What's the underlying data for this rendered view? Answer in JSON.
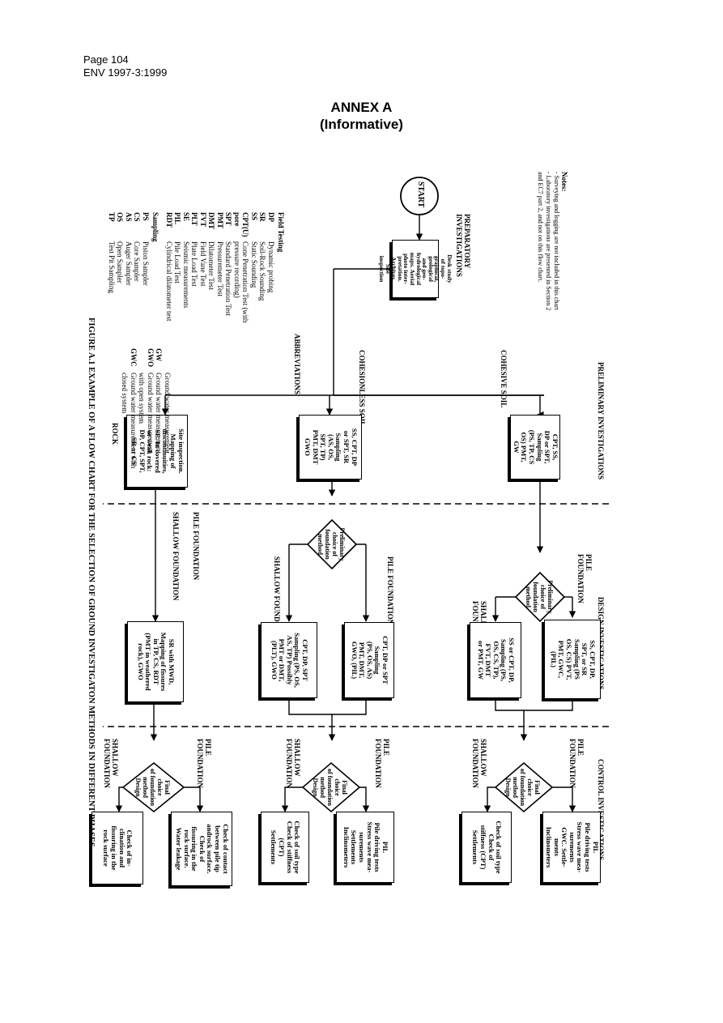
{
  "header": {
    "page": "Page 104",
    "code": "ENV 1997-3:1999"
  },
  "annex": {
    "title": "ANNEX A",
    "subtitle": "(Informative)"
  },
  "phases": {
    "preliminary": "PRELIMINARY INVESTIGATIONS",
    "design": "DESIGN INVESTIGATIONS",
    "control": "CONTROL INVESTIGATIONS"
  },
  "notes": {
    "title": "Notes:",
    "line1": "- Surveying and logging are not included in this chart",
    "line2": "- Laboratory investigations are presented in Section 2",
    "line3": "  and EC7 part 2, and not on this flow chart."
  },
  "start": "START",
  "preparatory": {
    "title1": "PREPARATORY",
    "title2": "INVESTIGATIONS",
    "box": "Desk study\nof topo-\ngraphical,\ngeological\nand geo-\nhydrological\nmaps. Aerial\nphoto inter-\npretation.\nArchives.\nSite\ninspection"
  },
  "soil_labels": {
    "cohesive": "COHESIVE SOIL",
    "cohesionless": "COHESIONLESS SOIL",
    "rock": "ROCK"
  },
  "prelim_boxes": {
    "cohesive": "CPT, SS,\nDP or SPT,\nSampling\n(PS, TP, CS\nOS) PMT,\nGW",
    "cohesionless": "SS, CPT, DP\nor SPT, SR\nSampling\n(AS, OS,\nSPT, TP)\nPMT, DMT\nGWO",
    "rock": "Site inspection.\nMapping of\ndiscontinuities,\nSE. In covered\nor weak rock:\nDP, CPT, SPT,\nSR or CS"
  },
  "design_diamonds": {
    "d1": "Preliminary\nchoice of\nfoundation\nmethod",
    "d2": "Preliminary\nchoice of\nfoundation\nmethod"
  },
  "found_labels": {
    "pile": "PILE\nFOUNDATION",
    "shallow": "SHALLOW\nFOUNDATION",
    "pile_one": "PILE FOUNDATION",
    "shallow_one": "SHALLOW FOUNDATION"
  },
  "design_boxes": {
    "coh_pile": "SS, CPT, DP,\nSPT, or SR\nSampling (PS\nOS, CS) PVT,\nPMT, GWC,\n(PIL)",
    "coh_shallow": "SS or CPT, DP,\nSampling (PS,\nOS, CS, TP),\nFVT, DMT\nor PMT, GW",
    "cohl_pile": "CPT, DP or SPT\nSampling\n(PS, OS, AS)\nPMT, DMT,\nGWO, (PIL)",
    "cohl_shallow": "CPT, DP, SPT\nSampling (PS, OS,\nAS, TP) Possibly\nPMT or DMT,\n(PLT), GWO",
    "rock": "SR with MWD,\nMapping of fissures\nin TP, CS, RDT\n(PMT in weathered\nrock), GWO"
  },
  "control_diamonds": {
    "d": "Final\nchoice\nof foundation\nmethod\nDesign"
  },
  "control_boxes": {
    "coh_pile": "PIL\nPile driving tests\nStress wave mea-\nsurements\nGWC. Settle-\nments\nInclinometers",
    "coh_shallow": "Check of soil type\nCheck of\nstiffness (CPT)\nSettlements",
    "cohl_pile": "PIL\nPile driving tests\nStress wave mea-\nsurements\nSettlements\nInclinometers",
    "cohl_shallow": "Check of soil type\nCheck of stiffness\n(CPT)\nSettlements",
    "rock_pile": "Check of contact\nbetween pile tip\nandrock surface.\nCheck of\nfissuring in the\nrock surface.\nWater leakage",
    "rock_shallow": "Check of in-\nclination and\nfissuring in the\nrock surface"
  },
  "abbreviations": {
    "title": "ABBREVIATIONS",
    "field_title": "Field Testing",
    "field": [
      [
        "DP",
        "Dynamic probing"
      ],
      [
        "SR",
        "Soil-Rock Sounding"
      ],
      [
        "SS",
        "Static Sounding"
      ],
      [
        "CPT(U)",
        "Cone Penetration Test (with"
      ],
      [
        "pore",
        "pressure recording)"
      ],
      [
        "SPT",
        "Standard Penetration Test"
      ],
      [
        "PMT",
        "Pressuremeter Test"
      ],
      [
        "DMT",
        "Dilatometer Test"
      ],
      [
        "FVT",
        "Field Vane Test"
      ],
      [
        "PLT",
        "Plate Load Test"
      ],
      [
        "SE",
        "Seismic measurements"
      ],
      [
        "PIL",
        "Pile Load Test"
      ],
      [
        "RDT",
        "Cylindrical dilatometer test"
      ]
    ],
    "sampling_title": "Sampling",
    "sampling": [
      [
        "PS",
        "Piston Sampler"
      ],
      [
        "CS",
        "Core Sampler"
      ],
      [
        "AS",
        "Auger Sampler"
      ],
      [
        "OS",
        "Open Sampler"
      ],
      [
        "TP",
        "Test Pit Sampling"
      ]
    ],
    "gw": [
      [
        "",
        "Ground water measurement"
      ],
      [
        "GW",
        "Ground water measurement"
      ],
      [
        "GWO",
        "Ground water measurement"
      ],
      [
        "",
        "with open system"
      ],
      [
        "GWC",
        "Ground water measurement with"
      ],
      [
        "",
        "closed system"
      ]
    ]
  },
  "figure_caption": "FIGURE A.1   EXAMPLE OF A FLOW CHART FOR THE SELECTION OF GROUND INVESTIGATON METHODS  IN DIFFERENT PHASES"
}
